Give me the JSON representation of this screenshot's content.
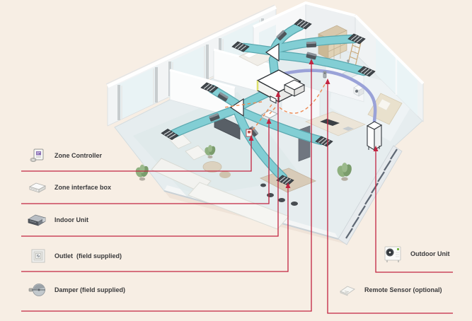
{
  "page": {
    "title": "Zoned ducted air-conditioning system diagram",
    "background": "#f7eee4"
  },
  "colors": {
    "callout_red": "#c22440",
    "duct_teal": "#7ecdd3",
    "pipe_purple": "#9aa2d8",
    "wire_orange": "#ee8a52",
    "grille_dark": "#42484d"
  },
  "legend": {
    "left": [
      {
        "label": "Zone Controller",
        "icon": "zone-controller-icon"
      },
      {
        "label": "Zone interface box",
        "icon": "zone-interface-box-icon"
      },
      {
        "label": "Indoor Unit",
        "icon": "indoor-unit-icon"
      },
      {
        "label": "Outlet  (field supplied)",
        "icon": "outlet-icon"
      },
      {
        "label": "Damper (field supplied)",
        "icon": "damper-icon"
      }
    ],
    "right": [
      {
        "label": "Outdoor Unit",
        "icon": "outdoor-unit-icon"
      },
      {
        "label": "Remote Sensor (optional)",
        "icon": "remote-sensor-icon"
      }
    ]
  }
}
